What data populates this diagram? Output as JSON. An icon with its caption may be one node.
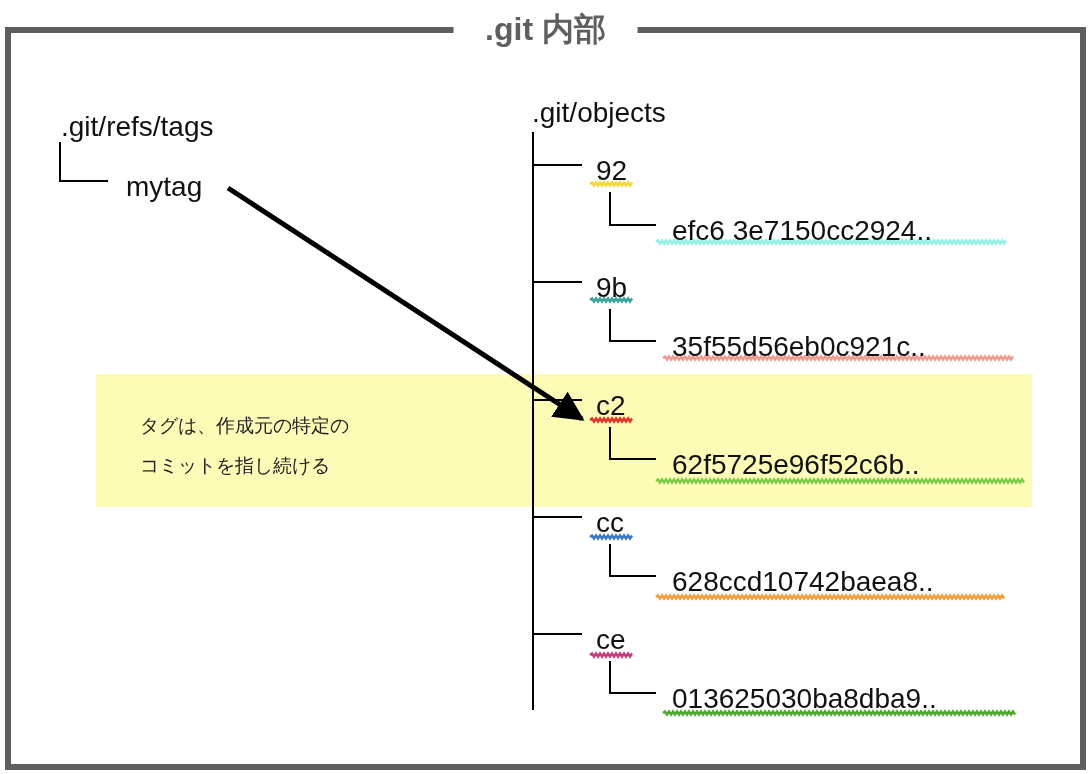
{
  "diagram": {
    "nodes": [
      {
        "text": [
          ".git 内部"
        ]
      },
      {
        "text": [
          ".git/refs/tags"
        ],
        "in": 0
      },
      {
        "text": [
          "mytag"
        ],
        "in": 0
      },
      {
        "text": [
          ".git/objects"
        ],
        "in": 0
      },
      {
        "text": [
          "92"
        ],
        "in": 0
      },
      {
        "text": [
          "efc6 3e7150cc2924.."
        ],
        "in": 0
      },
      {
        "text": [
          "9b"
        ],
        "in": 0
      },
      {
        "text": [
          "35f55d56eb0c921c.."
        ],
        "in": 0
      },
      {
        "text": [
          "c2"
        ],
        "in": 14
      },
      {
        "text": [
          "62f5725e96f52c6b.."
        ],
        "in": 14
      },
      {
        "text": [
          "cc"
        ],
        "in": 0
      },
      {
        "text": [
          "628ccd10742baea8.."
        ],
        "in": 0
      },
      {
        "text": [
          "ce"
        ],
        "in": 0
      },
      {
        "text": [
          "013625030ba8dba9.."
        ],
        "in": 0
      },
      {
        "text": [
          "タグは、作成元の特定のコミットを指し続ける"
        ],
        "in": 0
      }
    ],
    "edges": [
      {
        "from": 1,
        "to": 2,
        "arrow": "none"
      },
      {
        "from": 3,
        "to": 4,
        "arrow": "none"
      },
      {
        "from": 3,
        "to": 6,
        "arrow": "none"
      },
      {
        "from": 3,
        "to": 8,
        "arrow": "none"
      },
      {
        "from": 3,
        "to": 10,
        "arrow": "none"
      },
      {
        "from": 3,
        "to": 12,
        "arrow": "none"
      },
      {
        "from": 4,
        "to": 5,
        "arrow": "none"
      },
      {
        "from": 6,
        "to": 7,
        "arrow": "none"
      },
      {
        "from": 8,
        "to": 9,
        "arrow": "none"
      },
      {
        "from": 10,
        "to": 11,
        "arrow": "none"
      },
      {
        "from": 12,
        "to": 13,
        "arrow": "none"
      },
      {
        "from": 2,
        "to": 8,
        "arrow": "to",
        "style": "thick"
      }
    ]
  }
}
